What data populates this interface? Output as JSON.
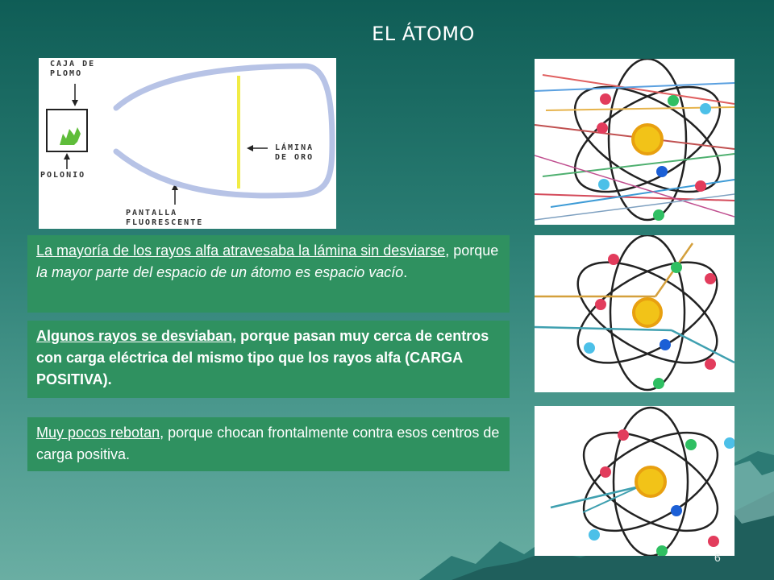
{
  "slide": {
    "title": "EL ÁTOMO",
    "page_number": "6"
  },
  "diagram": {
    "lead_box_label": "CAJA DE\nPLOMO",
    "source_label": "POLONIO",
    "screen_label": "PANTALLA\nFLUORESCENTE",
    "foil_label": "LÁMINA\nDE ORO"
  },
  "text_box_1": {
    "part1_underlined": "La mayoría de los rayos alfa atravesaba la lámina sin desviarse",
    "part2": ", porque ",
    "part3_italic": "la mayor parte del espacio de un átomo es espacio vacío",
    "part4": "."
  },
  "text_box_2": {
    "part1_underlined": "Algunos rayos se desviaban",
    "part2": ", porque pasan muy cerca de centros con carga eléctrica del mismo tipo que los rayos alfa (CARGA POSITIVA)."
  },
  "text_box_3": {
    "part1_underlined": "Muy  pocos rebotan",
    "part2": ",  porque chocan frontalmente contra esos centros de carga positiva."
  },
  "atom_images": {
    "panels": [
      "many-rays-pass-through",
      "some-rays-deflected",
      "few-rays-bounce-back"
    ]
  },
  "colors": {
    "background_top": "#0f5d56",
    "background_bottom": "#6aaea3",
    "text_box": "#2f9160",
    "nucleus": "#f2c318",
    "foil": "#f1ec46"
  }
}
